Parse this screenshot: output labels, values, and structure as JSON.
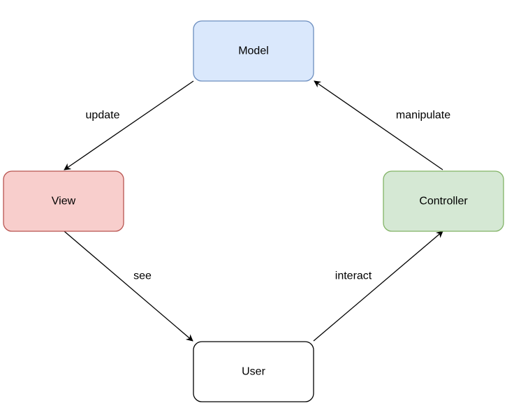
{
  "nodes": {
    "model": {
      "label": "Model",
      "fill": "#dae8fc",
      "stroke": "#6c8ebf"
    },
    "view": {
      "label": "View",
      "fill": "#f8cecc",
      "stroke": "#b85450"
    },
    "controller": {
      "label": "Controller",
      "fill": "#d5e8d4",
      "stroke": "#82b366"
    },
    "user": {
      "label": "User",
      "fill": "#ffffff",
      "stroke": "#000000"
    }
  },
  "edges": {
    "update": {
      "label": "update",
      "from": "Model",
      "to": "View"
    },
    "see": {
      "label": "see",
      "from": "View",
      "to": "User"
    },
    "interact": {
      "label": "interact",
      "from": "User",
      "to": "Controller"
    },
    "manipulate": {
      "label": "manipulate",
      "from": "Controller",
      "to": "Model"
    }
  }
}
